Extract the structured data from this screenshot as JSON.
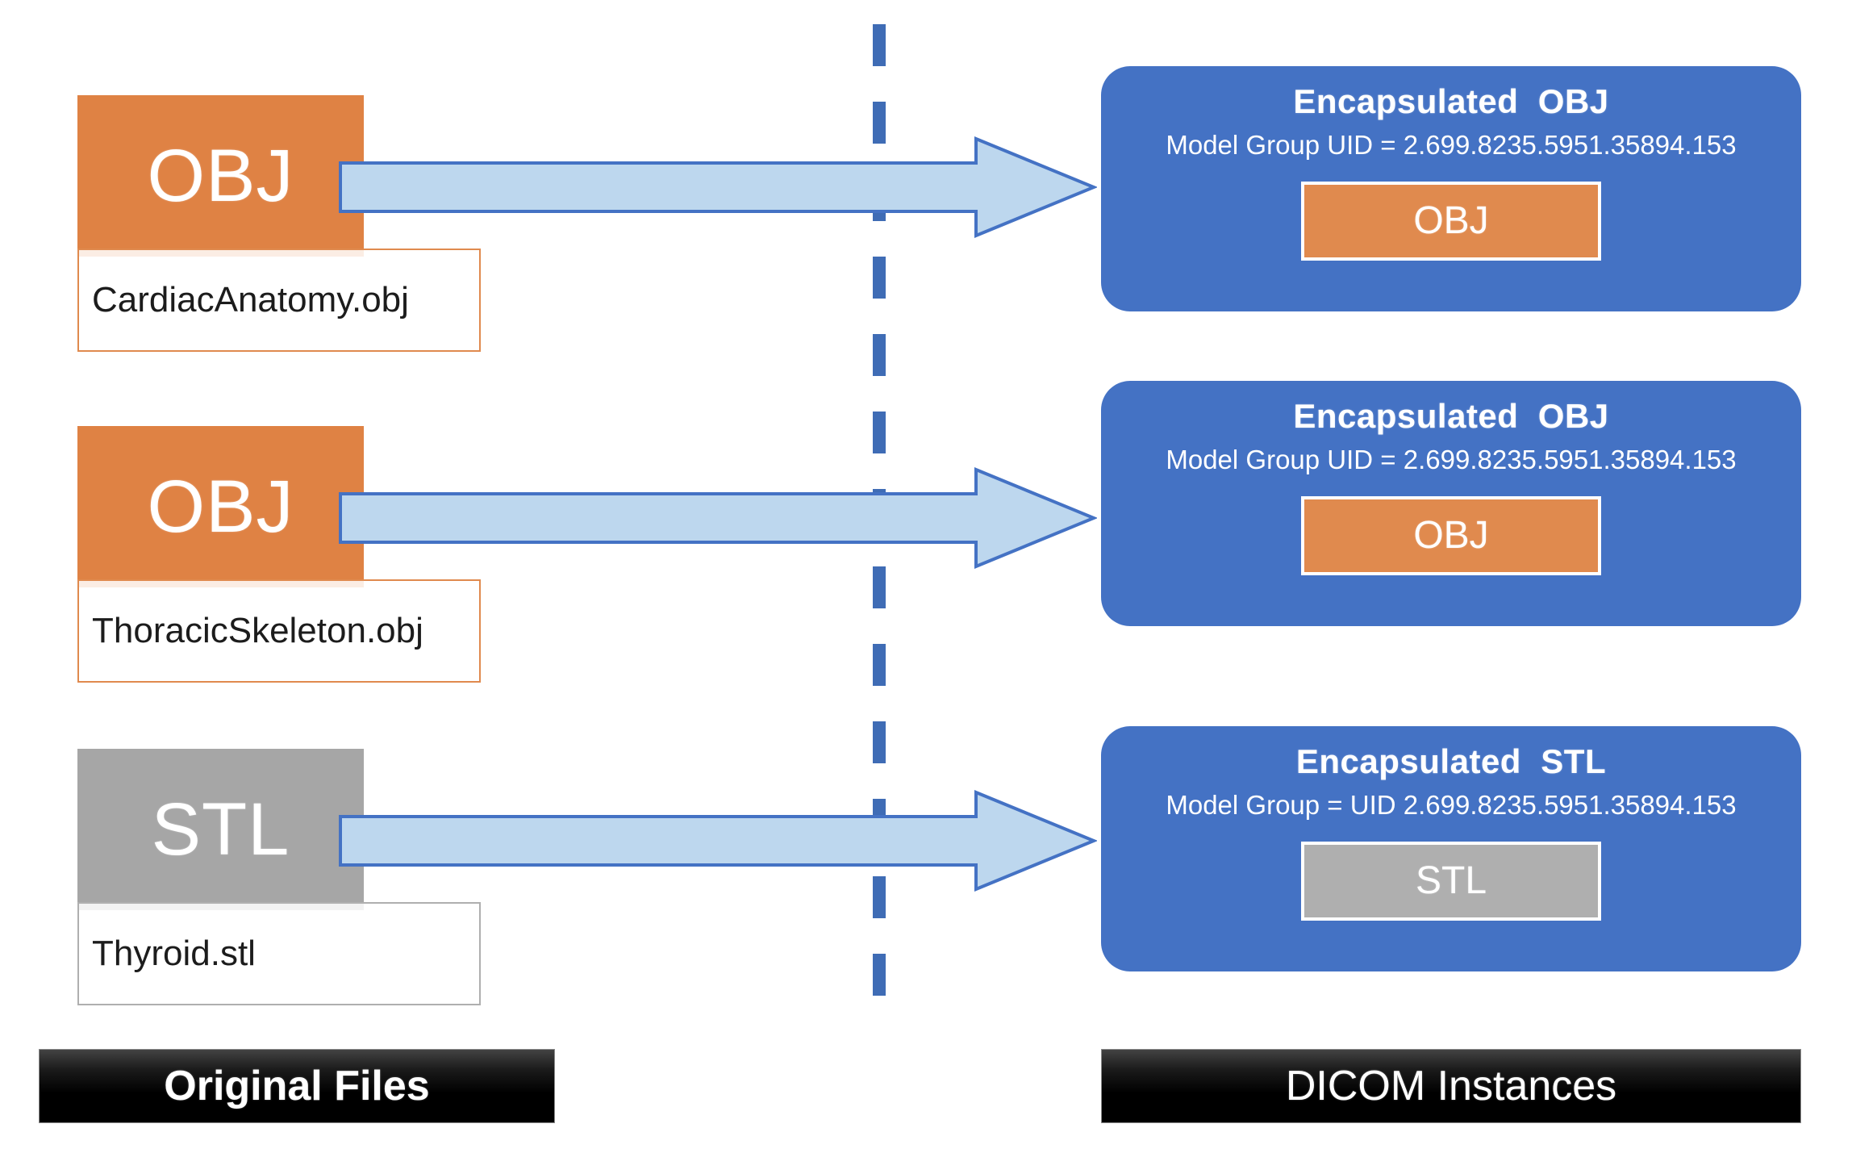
{
  "colors": {
    "orange": "#DF8244",
    "gray": "#A6A6A6",
    "blue_card": "#4472C4",
    "arrow_fill": "#BDD7EE",
    "arrow_stroke": "#4472C4",
    "divider": "#3F6CB5",
    "banner": "#000000"
  },
  "divider": {
    "name": "vertical-dashed-separator"
  },
  "left_column": {
    "banner_label": "Original Files",
    "files": [
      {
        "type_label": "OBJ",
        "filename": "CardiacAnatomy.obj",
        "kind": "obj"
      },
      {
        "type_label": "OBJ",
        "filename": "ThoracicSkeleton.obj",
        "kind": "obj"
      },
      {
        "type_label": "STL",
        "filename": "Thyroid.stl",
        "kind": "stl"
      }
    ]
  },
  "arrows": [
    {
      "label": "conversion-arrow-1"
    },
    {
      "label": "conversion-arrow-2"
    },
    {
      "label": "conversion-arrow-3"
    }
  ],
  "right_column": {
    "banner_label": "DICOM Instances",
    "instances": [
      {
        "title": "Encapsulated  OBJ",
        "subtitle": "Model Group UID = 2.699.8235.5951.35894.153",
        "chip_label": "OBJ",
        "kind": "obj"
      },
      {
        "title": "Encapsulated  OBJ",
        "subtitle": "Model Group UID = 2.699.8235.5951.35894.153",
        "chip_label": "OBJ",
        "kind": "obj"
      },
      {
        "title": "Encapsulated  STL",
        "subtitle": "Model Group = UID 2.699.8235.5951.35894.153",
        "chip_label": "STL",
        "kind": "stl"
      }
    ]
  }
}
